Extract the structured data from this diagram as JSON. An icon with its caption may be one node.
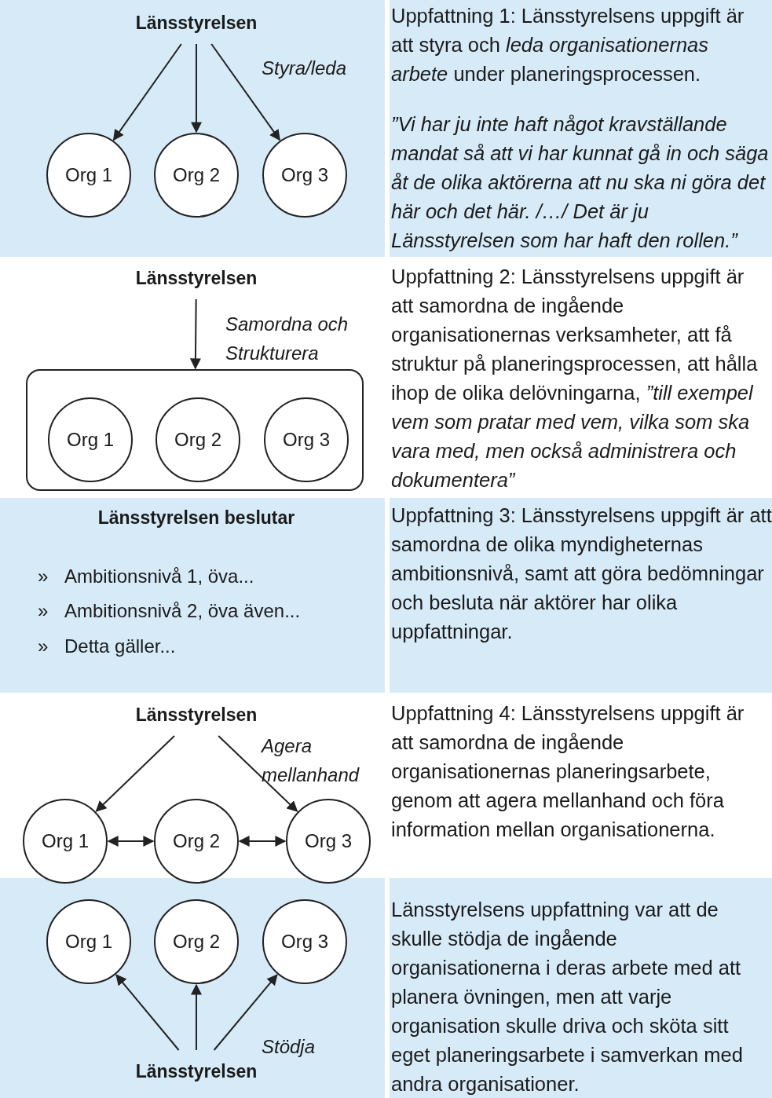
{
  "diagram": {
    "nodes": [
      {
        "text": [
          "Länsstyrelsen"
        ]
      },
      {
        "text": [
          "Org 1"
        ]
      },
      {
        "text": [
          "Org 2"
        ]
      },
      {
        "text": [
          "Org 3"
        ]
      },
      {
        "text": [
          "Länsstyrelsen"
        ]
      },
      {
        "text": [],
        "shape": "box"
      },
      {
        "text": [
          "Org 1"
        ],
        "in": 5
      },
      {
        "text": [
          "Org 2"
        ],
        "in": 5
      },
      {
        "text": [
          "Org 3"
        ],
        "in": 5
      },
      {
        "text": [
          "Länsstyrelsen"
        ]
      },
      {
        "text": [
          "Org 1"
        ]
      },
      {
        "text": [
          "Org 2"
        ]
      },
      {
        "text": [
          "Org 3"
        ]
      },
      {
        "text": [
          "Org 1"
        ]
      },
      {
        "text": [
          "Org 2"
        ]
      },
      {
        "text": [
          "Org 3"
        ]
      },
      {
        "text": [
          "Länsstyrelsen"
        ]
      }
    ],
    "edges": [
      {
        "from": 0,
        "to": 1,
        "arrow": "to"
      },
      {
        "from": 0,
        "to": 2,
        "arrow": "to"
      },
      {
        "from": 0,
        "to": 3,
        "arrow": "to"
      },
      {
        "from": 4,
        "to": 5,
        "arrow": "to"
      },
      {
        "from": 9,
        "to": 10,
        "arrow": "to"
      },
      {
        "from": 9,
        "to": 12,
        "arrow": "to"
      },
      {
        "from": 10,
        "to": 11,
        "arrow": "both"
      },
      {
        "from": 11,
        "to": 12,
        "arrow": "both"
      },
      {
        "from": 16,
        "to": 13,
        "arrow": "to"
      },
      {
        "from": 16,
        "to": 14,
        "arrow": "to"
      },
      {
        "from": 16,
        "to": 15,
        "arrow": "to"
      }
    ],
    "labels": [
      "Styra/leda",
      "Uppfattning 1: Länsstyrelsens uppgift är att styra och *leda organisationernas arbete* under planeringsprocessen.",
      "”Vi har ju inte haft något kravställande mandat så att vi har kunnat gå in och säga åt de olika aktörerna att nu ska ni göra det här och det här. /…/ Det är ju Länsstyrelsen som har haft den rollen.”",
      "Samordna och Strukturera",
      "Uppfattning 2: Länsstyrelsens uppgift är att samordna de ingående organisationernas verksamheter, att få struktur på planeringsprocessen, att hålla ihop de olika delövningarna, *”till exempel vem som pratar med vem, vilka som ska vara med, men också administrera och dokumentera”*",
      "Länsstyrelsen beslutar",
      "»",
      "Ambitionsnivå 1, öva...",
      "»",
      "Ambitionsnivå 2, öva även...",
      "»",
      "Detta gäller...",
      "Uppfattning 3: Länsstyrelsens uppgift är att samordna de olika myndigheternas ambitionsnivå, samt att göra bedömningar och besluta när aktörer har olika uppfattningar.",
      "Agera mellanhand",
      "Uppfattning 4: Länsstyrelsens uppgift är att samordna de ingående organisationernas planeringsarbete, genom att agera mellanhand och föra information mellan organisationerna.",
      "Stödja",
      "Länsstyrelsens uppfattning var att de skulle stödja de ingående organisationerna i deras arbete med att planera övningen, men att varje organisation skulle driva och sköta sitt eget planeringsarbete i samverkan med andra organisationer."
    ]
  }
}
